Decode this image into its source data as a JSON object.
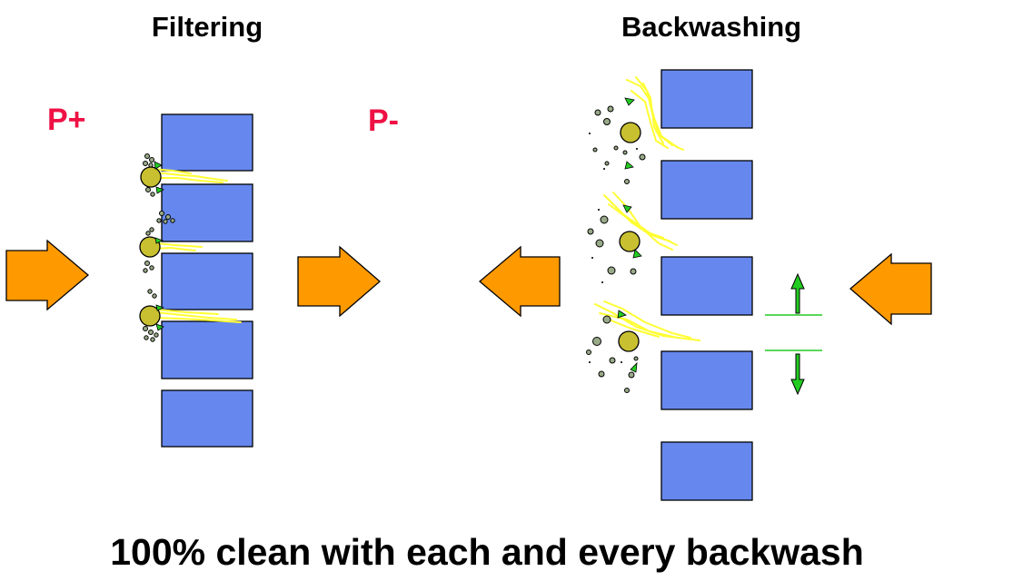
{
  "titles": {
    "left": "Filtering",
    "right": "Backwashing"
  },
  "pressure": {
    "high": "P+",
    "low": "P-"
  },
  "caption": "100% clean with each and every backwash",
  "colors": {
    "pressure_text": "#ee1144",
    "slot_block": "#6688ee",
    "flow_arrow": "#ff9900",
    "particle_glow": "#ffff33",
    "particle": "#c8c030",
    "debris": "#99aa88",
    "gap_marker": "#22cc22"
  }
}
